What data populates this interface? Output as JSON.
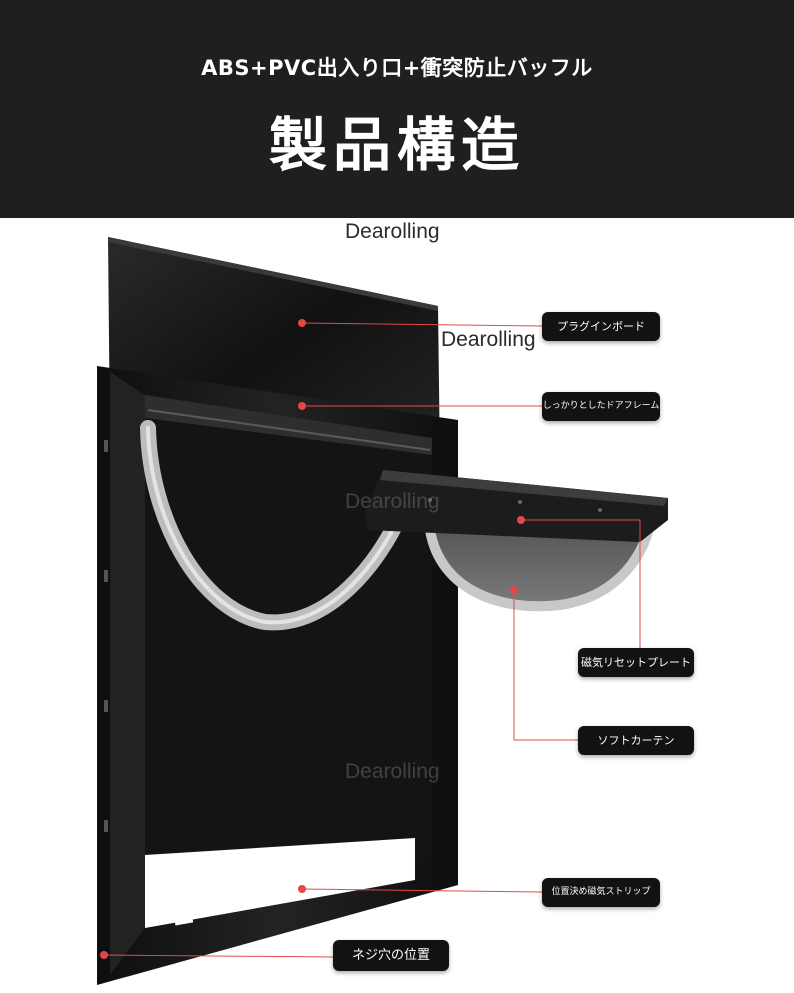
{
  "header": {
    "subtitle": "ABS+PVC出入り口+衝突防止バッフル",
    "title": "製品構造"
  },
  "watermarks": [
    "Dearolling",
    "Dearolling",
    "Dearolling",
    "Dearolling"
  ],
  "callouts": {
    "plugin_board": "プラグインボード",
    "door_frame": "しっかりとしたドアフレーム",
    "magnetic_plate": "磁気リセットプレート",
    "soft_curtain": "ソフトカーテン",
    "magnetic_strip": "位置決め磁気ストリップ",
    "screw_hole": "ネジ穴の位置"
  },
  "colors": {
    "header_bg": "#1f1f1f",
    "callout_bg": "#121212",
    "leader_line": "#e34848",
    "frame": "#1b1b1b"
  }
}
